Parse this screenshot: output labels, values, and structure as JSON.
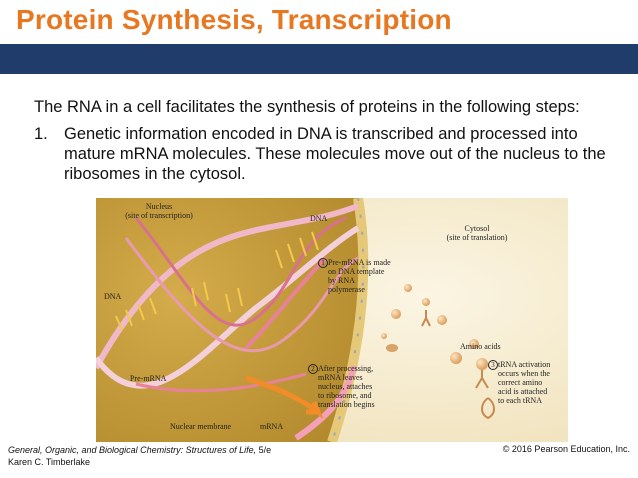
{
  "slide": {
    "title": "Protein Synthesis, Transcription",
    "intro": "The RNA in a cell facilitates the synthesis of proteins in the following steps:",
    "step1_number": "1.",
    "step1_text": "Genetic information encoded in DNA is transcribed and processed into mature mRNA molecules. These molecules move out of the nucleus to the ribosomes in the cytosol."
  },
  "figure": {
    "nucleus_label": "Nucleus\n(site of transcription)",
    "dna_top_label": "DNA",
    "dna_left_label": "DNA",
    "cytosol_label": "Cytosol\n(site of translation)",
    "step1_circle": "1",
    "step1_caption": "Pre-mRNA is made\non DNA template\nby RNA\npolymerase",
    "amino_acids_label": "Amino acids",
    "step2_circle": "2",
    "step2_caption": "After processing,\nmRNA leaves\nnucleus, attaches\nto ribosome, and\ntranslation begins",
    "step3_circle": "3",
    "step3_caption": "tRNA activation\noccurs when the\ncorrect amino\nacid is attached\nto each tRNA",
    "pre_mrna_label": "Pre-mRNA",
    "nuclear_membrane_label": "Nuclear membrane",
    "mrna_label": "mRNA"
  },
  "footer": {
    "book_title": "General, Organic, and Biological Chemistry: Structures of Life,",
    "edition": " 5/e",
    "author": "Karen C. Timberlake",
    "copyright": "© 2016 Pearson Education, Inc."
  },
  "colors": {
    "title": "#e87722",
    "bar": "#1f3c6a",
    "nucleus": "#c9a13f",
    "membrane": "#d8b861",
    "cytosol": "#f6edd2",
    "rna": "#e8829a"
  }
}
